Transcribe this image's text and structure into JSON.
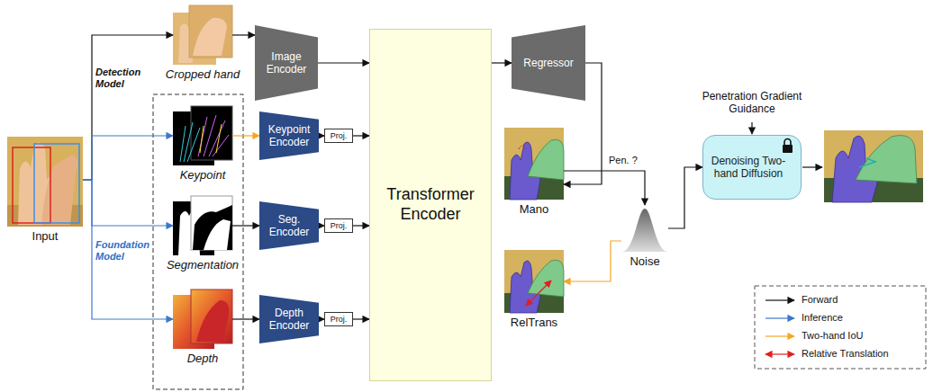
{
  "diagram": {
    "nodes": [
      {
        "text": [
          "Input"
        ]
      },
      {
        "text": [
          "Cropped hand"
        ]
      },
      {
        "text": [
          "Keypoint"
        ]
      },
      {
        "text": [
          "Segmentation"
        ]
      },
      {
        "text": [
          "Depth"
        ]
      },
      {
        "text": [
          "Image Encoder"
        ]
      },
      {
        "text": [
          "Keypoint Encoder"
        ]
      },
      {
        "text": [
          "Seg. Encoder"
        ]
      },
      {
        "text": [
          "Depth Encoder"
        ]
      },
      {
        "text": [
          "Proj."
        ]
      },
      {
        "text": [
          "Proj."
        ]
      },
      {
        "text": [
          "Proj."
        ]
      },
      {
        "text": [
          "Transformer Encoder"
        ]
      },
      {
        "text": [
          "Regressor"
        ]
      },
      {
        "text": [
          "Mano"
        ]
      },
      {
        "text": [
          "RelTrans"
        ]
      },
      {
        "text": [
          "Noise"
        ]
      },
      {
        "text": [
          "Denoising Two-hand Diffusion"
        ]
      }
    ],
    "edges": [
      {
        "from": 0,
        "to": 1,
        "arrow": "to"
      },
      {
        "from": 0,
        "to": 2,
        "arrow": "to"
      },
      {
        "from": 0,
        "to": 3,
        "arrow": "to"
      },
      {
        "from": 0,
        "to": 4,
        "arrow": "to"
      },
      {
        "from": 1,
        "to": 5,
        "arrow": "to"
      },
      {
        "from": 2,
        "to": 6,
        "arrow": "to"
      },
      {
        "from": 3,
        "to": 7,
        "arrow": "to"
      },
      {
        "from": 4,
        "to": 8,
        "arrow": "to"
      },
      {
        "from": 6,
        "to": 9,
        "arrow": "to"
      },
      {
        "from": 7,
        "to": 10,
        "arrow": "to"
      },
      {
        "from": 8,
        "to": 11,
        "arrow": "to"
      },
      {
        "from": 5,
        "to": 12,
        "arrow": "to"
      },
      {
        "from": 9,
        "to": 12,
        "arrow": "to"
      },
      {
        "from": 10,
        "to": 12,
        "arrow": "to"
      },
      {
        "from": 11,
        "to": 12,
        "arrow": "to"
      },
      {
        "from": 12,
        "to": 13,
        "arrow": "to"
      },
      {
        "from": 13,
        "to": 14,
        "arrow": "to"
      },
      {
        "from": 14,
        "to": 16,
        "label": "Pen. ?",
        "arrow": "to"
      },
      {
        "from": 16,
        "to": 15,
        "arrow": "to"
      },
      {
        "from": 16,
        "to": 17,
        "arrow": "to"
      }
    ],
    "labels": [
      "Detection Model",
      "Foundation Model",
      "Penetration Gradient Guidance"
    ],
    "legend": [
      {
        "text": "Forward"
      },
      {
        "text": "Inference"
      },
      {
        "text": "Two-hand IoU"
      },
      {
        "text": "Relative Translation"
      }
    ]
  }
}
